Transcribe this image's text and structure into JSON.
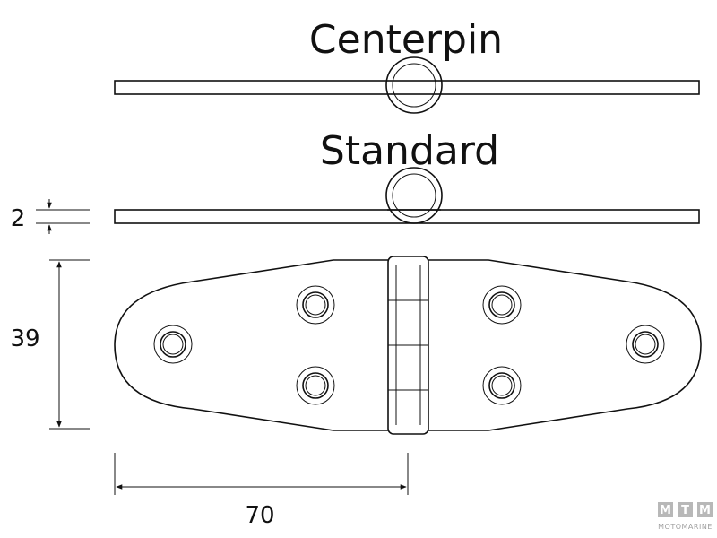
{
  "views": {
    "centerpin_label": "Centerpin",
    "standard_label": "Standard"
  },
  "dimensions": {
    "thickness": "2",
    "height": "39",
    "width": "70"
  },
  "logo": {
    "letters": [
      "M",
      "T",
      "M"
    ],
    "subtitle": "MOTOMARINE"
  }
}
